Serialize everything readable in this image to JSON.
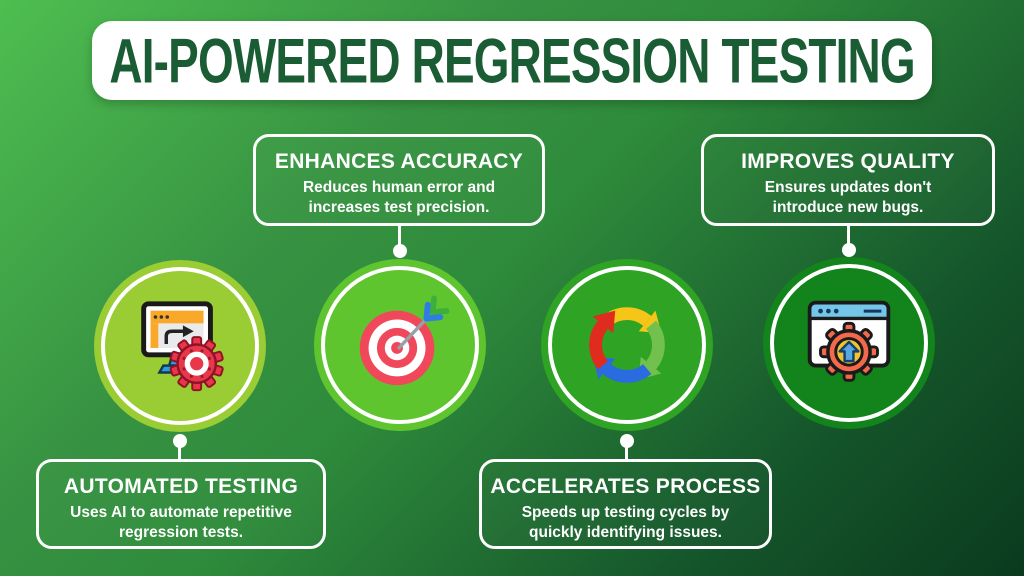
{
  "title": "AI-POWERED REGRESSION TESTING",
  "callouts": {
    "enhances_accuracy": {
      "title": "ENHANCES ACCURACY",
      "line1": "Reduces human error and",
      "line2": "increases test precision."
    },
    "improves_quality": {
      "title": "IMPROVES QUALITY",
      "line1": "Ensures updates don't",
      "line2": "introduce new bugs."
    },
    "automated_testing": {
      "title": "AUTOMATED TESTING",
      "line1": "Uses AI to automate repetitive",
      "line2": "regression tests."
    },
    "accelerates_process": {
      "title": "ACCELERATES PROCESS",
      "line1": "Speeds up testing cycles by",
      "line2": "quickly identifying issues."
    }
  },
  "icons": {
    "automated_testing": "monitor-gear-icon",
    "enhances_accuracy": "target-dart-icon",
    "accelerates_process": "cycle-arrows-icon",
    "improves_quality": "browser-upgrade-gear-icon"
  },
  "colors": {
    "background_gradient": [
      "#4EBE50",
      "#2E8B3B",
      "#0A3A1E"
    ],
    "banner_bg": "#FFFFFF",
    "banner_text": "#1A5C34",
    "callout_border": "#FFFFFF",
    "callout_text": "#FFFFFF",
    "circle_1": "#9ACC33",
    "circle_2": "#5FC52F",
    "circle_3": "#2EA324",
    "circle_4": "#13831C"
  }
}
